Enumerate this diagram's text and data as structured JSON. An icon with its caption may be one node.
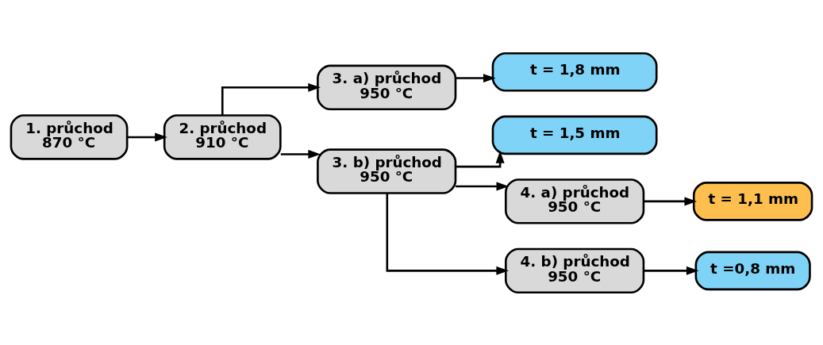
{
  "diagram": {
    "nodes": [
      {
        "text": [
          "1. průchod",
          "870 °C"
        ]
      },
      {
        "text": [
          "2. průchod",
          "910 °C"
        ]
      },
      {
        "text": [
          "3. a) průchod",
          "950 °C"
        ]
      },
      {
        "text": [
          "3. b) průchod",
          "950 °C"
        ]
      },
      {
        "text": [
          "t = 1,8 mm"
        ]
      },
      {
        "text": [
          "t = 1,5 mm"
        ]
      },
      {
        "text": [
          "4. a) průchod",
          "950 °C"
        ]
      },
      {
        "text": [
          "t = 1,1 mm"
        ]
      },
      {
        "text": [
          "4. b) průchod",
          "950 °C"
        ]
      },
      {
        "text": [
          "t =0,8 mm"
        ]
      }
    ],
    "edges": [
      {
        "from": 0,
        "to": 1,
        "arrow": "to"
      },
      {
        "from": 1,
        "to": 2,
        "arrow": "to"
      },
      {
        "from": 1,
        "to": 3,
        "arrow": "to"
      },
      {
        "from": 2,
        "to": 4,
        "arrow": "to"
      },
      {
        "from": 3,
        "to": 5,
        "arrow": "to"
      },
      {
        "from": 3,
        "to": 6,
        "arrow": "to"
      },
      {
        "from": 3,
        "to": 8,
        "arrow": "to"
      },
      {
        "from": 6,
        "to": 7,
        "arrow": "to"
      },
      {
        "from": 8,
        "to": 9,
        "arrow": "to"
      }
    ]
  }
}
